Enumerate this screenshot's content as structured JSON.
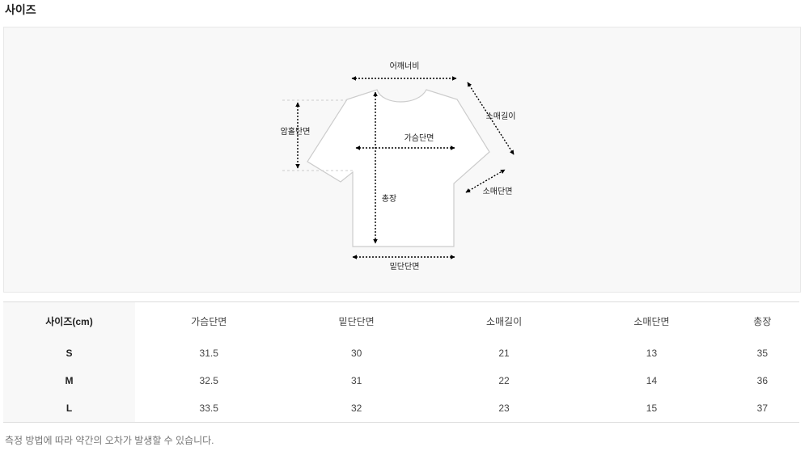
{
  "section_title": "사이즈",
  "diagram_labels": {
    "shoulder": "어깨너비",
    "sleeve_length": "소매길이",
    "armhole": "암홀단면",
    "chest": "가슴단면",
    "sleeve_width": "소매단면",
    "total_length": "총장",
    "hem": "밑단단면"
  },
  "table": {
    "header": [
      "사이즈(cm)",
      "가슴단면",
      "밑단단면",
      "소매길이",
      "소매단면",
      "총장"
    ],
    "rows": [
      [
        "S",
        "31.5",
        "30",
        "21",
        "13",
        "35"
      ],
      [
        "M",
        "32.5",
        "31",
        "22",
        "14",
        "36"
      ],
      [
        "L",
        "33.5",
        "32",
        "23",
        "15",
        "37"
      ]
    ]
  },
  "note": "측정 방법에 따라 약간의 오차가 발생할 수 있습니다.",
  "colors": {
    "diagram_bg": "#f8f8f8",
    "header_col_bg": "#f8f8f8",
    "shirt_fill": "#ffffff",
    "shirt_stroke": "#cccccc",
    "guide": "#000000"
  }
}
